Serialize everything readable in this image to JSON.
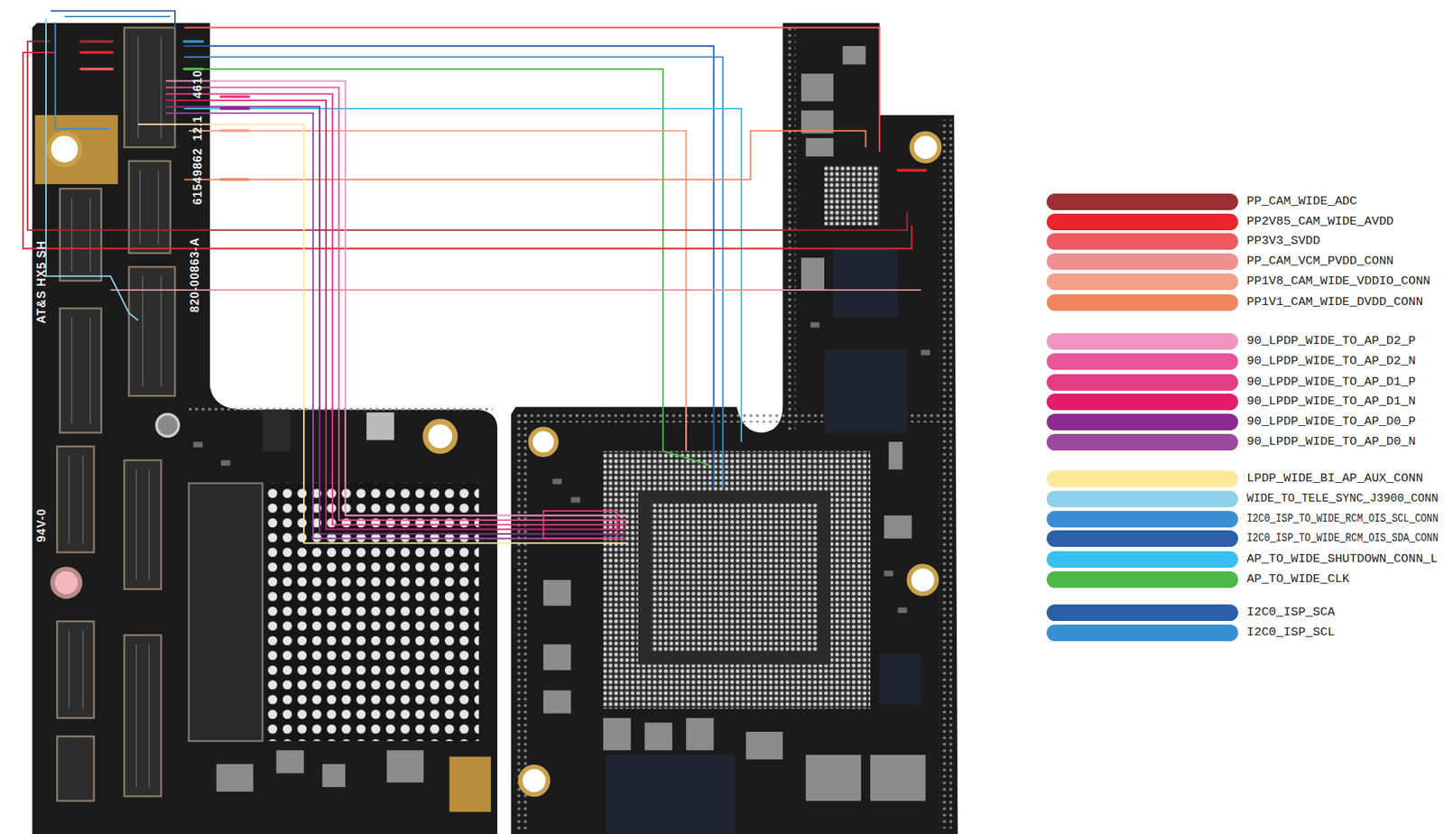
{
  "diagram": {
    "labels": [
      "AT&S HX5 SH",
      "820-00863-A",
      "61549862",
      "12.1",
      "4610",
      "94V-0"
    ],
    "legend": [
      {
        "text": "PP_CAM_WIDE_ADC",
        "color": "#9b2f33"
      },
      {
        "text": "PP2V85_CAM_WIDE_AVDD",
        "color": "#e8262c"
      },
      {
        "text": "PP3V3_SVDD",
        "color": "#ee5a61"
      },
      {
        "text": "PP_CAM_VCM_PVDD_CONN",
        "color": "#f08f92"
      },
      {
        "text": "PP1V8_CAM_WIDE_VDDIO_CONN",
        "color": "#f4a088"
      },
      {
        "text": "PP1V1_CAM_WIDE_DVDD_CONN",
        "color": "#f0855e"
      },
      {
        "text": "90_LPDP_WIDE_TO_AP_D2_P",
        "color": "#ee96c0"
      },
      {
        "text": "90_LPDP_WIDE_TO_AP_D2_N",
        "color": "#e9559a"
      },
      {
        "text": "90_LPDP_WIDE_TO_AP_D1_P",
        "color": "#e33d86"
      },
      {
        "text": "90_LPDP_WIDE_TO_AP_D1_N",
        "color": "#e41c6a"
      },
      {
        "text": "90_LPDP_WIDE_TO_AP_D0_P",
        "color": "#8b2b8f"
      },
      {
        "text": "90_LPDP_WIDE_TO_AP_D0_N",
        "color": "#9c4a9e"
      },
      {
        "text": "LPDP_WIDE_BI_AP_AUX_CONN",
        "color": "#fde89a"
      },
      {
        "text": "WIDE_TO_TELE_SYNC_J3900_CONN",
        "color": "#8fd0ea"
      },
      {
        "text": "I2C0_ISP_TO_WIDE_RCM_OIS_SCL_CONN",
        "color": "#3b8fd0"
      },
      {
        "text": "I2C0_ISP_TO_WIDE_RCM_OIS_SDA_CONN",
        "color": "#2d5fa8"
      },
      {
        "text": "AP_TO_WIDE_SHUTDOWN_CONN_L",
        "color": "#39bff0"
      },
      {
        "text": "AP_TO_WIDE_CLK",
        "color": "#4cb848"
      },
      {
        "text": "I2C0_ISP_SCA",
        "color": "#2d5fa8"
      },
      {
        "text": "I2C0_ISP_SCL",
        "color": "#3890d4"
      }
    ]
  }
}
